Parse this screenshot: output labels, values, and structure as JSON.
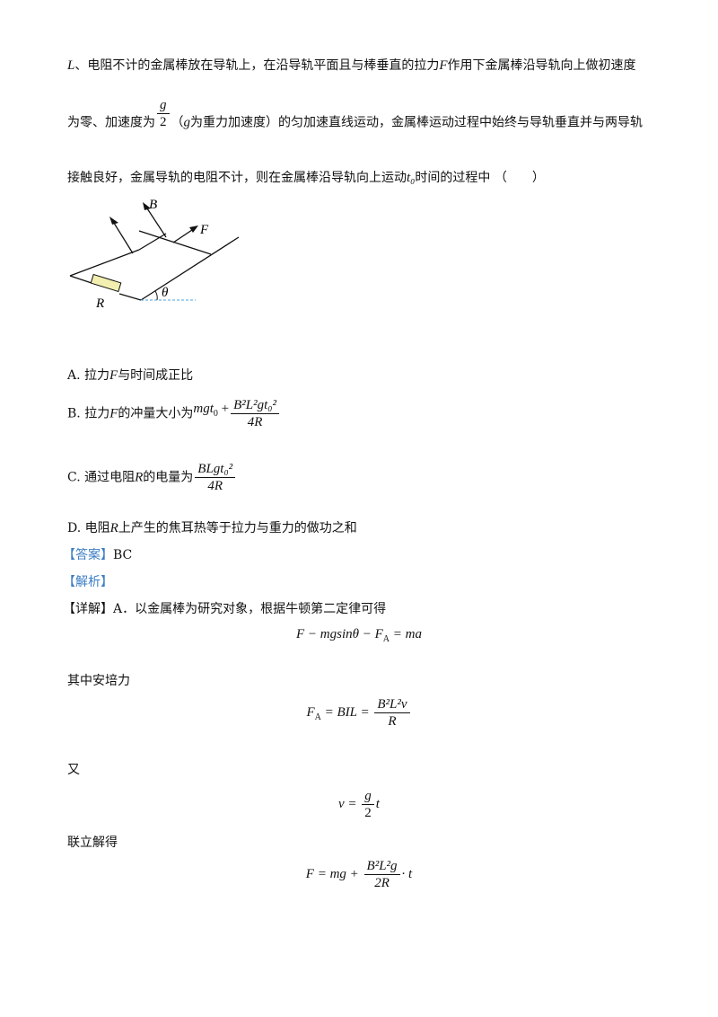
{
  "question": {
    "line1": {
      "var_L": "L",
      "text_a": "、电阻不计的金属棒放在导轨上，在沿导轨平面且与棒垂直的拉力",
      "var_F": "F",
      "text_b": "作用下金属棒沿导轨向上做初速度"
    },
    "line2": {
      "text_a": "为零、加速度为",
      "frac_num": "g",
      "frac_den": "2",
      "text_b": "（",
      "var_g": "g",
      "text_c": "为重力加速度）的匀加速直线运动，金属棒运动过程中始终与导轨垂直并与两导轨"
    },
    "line3": {
      "text_a": "接触良好，金属导轨的电阻不计，则在金属棒沿导轨向上运动",
      "var_t0": "t₀",
      "text_b": "时间的过程中 （　　）"
    }
  },
  "diagram": {
    "label_B": "B",
    "label_F": "F",
    "label_R": "R",
    "label_theta": "θ",
    "resistor_color": "#f3efb0",
    "dashed_color": "#4aa3d8"
  },
  "options": {
    "A": {
      "label": "A.",
      "text_a": "拉力",
      "var": "F",
      "text_b": "与时间成正比"
    },
    "B": {
      "label": "B.",
      "text_a": "拉力",
      "var": "F",
      "text_b": "的冲量大小为",
      "expr_a": "mgt",
      "expr_sub": "0",
      "plus": "+",
      "num": "B²L²gt₀²",
      "den": "4R"
    },
    "C": {
      "label": "C.",
      "text_a": "通过电阻",
      "var": "R",
      "text_b": "的电量为",
      "num": "BLgt₀²",
      "den": "4R"
    },
    "D": {
      "label": "D.",
      "text_a": "电阻",
      "var": "R",
      "text_b": "上产生的焦耳热等于拉力与重力的做功之和"
    }
  },
  "answer": {
    "tag": "【答案】",
    "value": "BC"
  },
  "analysis": {
    "tag": "【解析】"
  },
  "detail": {
    "tag": "【详解】",
    "intro": "A．以金属棒为研究对象，根据牛顿第二定律可得",
    "eq1": "F − mgsinθ − F",
    "eq1_sub": "A",
    "eq1_rhs": " = ma",
    "text2": "其中安培力",
    "eq2_lhs": "F",
    "eq2_sub": "A",
    "eq2_mid": " = BIL = ",
    "eq2_num": "B²L²v",
    "eq2_den": "R",
    "text3": "又",
    "eq3_lhs": "v = ",
    "eq3_num": "g",
    "eq3_den": "2",
    "eq3_rhs": "t",
    "text4": "联立解得",
    "eq4_lhs": "F = mg + ",
    "eq4_num": "B²L²g",
    "eq4_den": "2R",
    "eq4_rhs": "· t"
  },
  "colors": {
    "tag_blue": "#3b7dc4",
    "text": "#111111"
  }
}
